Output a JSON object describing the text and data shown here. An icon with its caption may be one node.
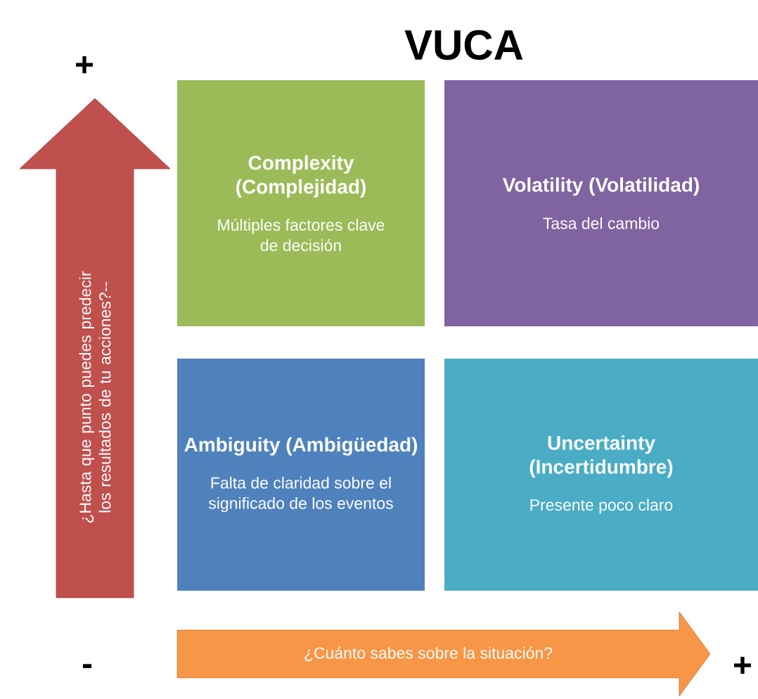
{
  "diagram": {
    "title": "VUCA",
    "nodes": [
      {
        "text": [
          "Complexity (Complejidad)",
          "Múltiples factores clave de decisión"
        ]
      },
      {
        "text": [
          "Volatility (Volatilidad)",
          "Tasa del cambio"
        ]
      },
      {
        "text": [
          "¿Hasta que punto puedes predecir los resultados de tu acciones?--"
        ]
      },
      {
        "text": [
          "Ambiguity (Ambigüedad)",
          "Falta de claridad sobre el significado de los eventos"
        ]
      },
      {
        "text": [
          "Uncertainty (Incertidumbre)",
          "Presente poco claro"
        ]
      },
      {
        "text": [
          "¿Cuánto sabes sobre la situación?"
        ]
      }
    ],
    "labels": [
      "+",
      "-",
      "+"
    ]
  }
}
